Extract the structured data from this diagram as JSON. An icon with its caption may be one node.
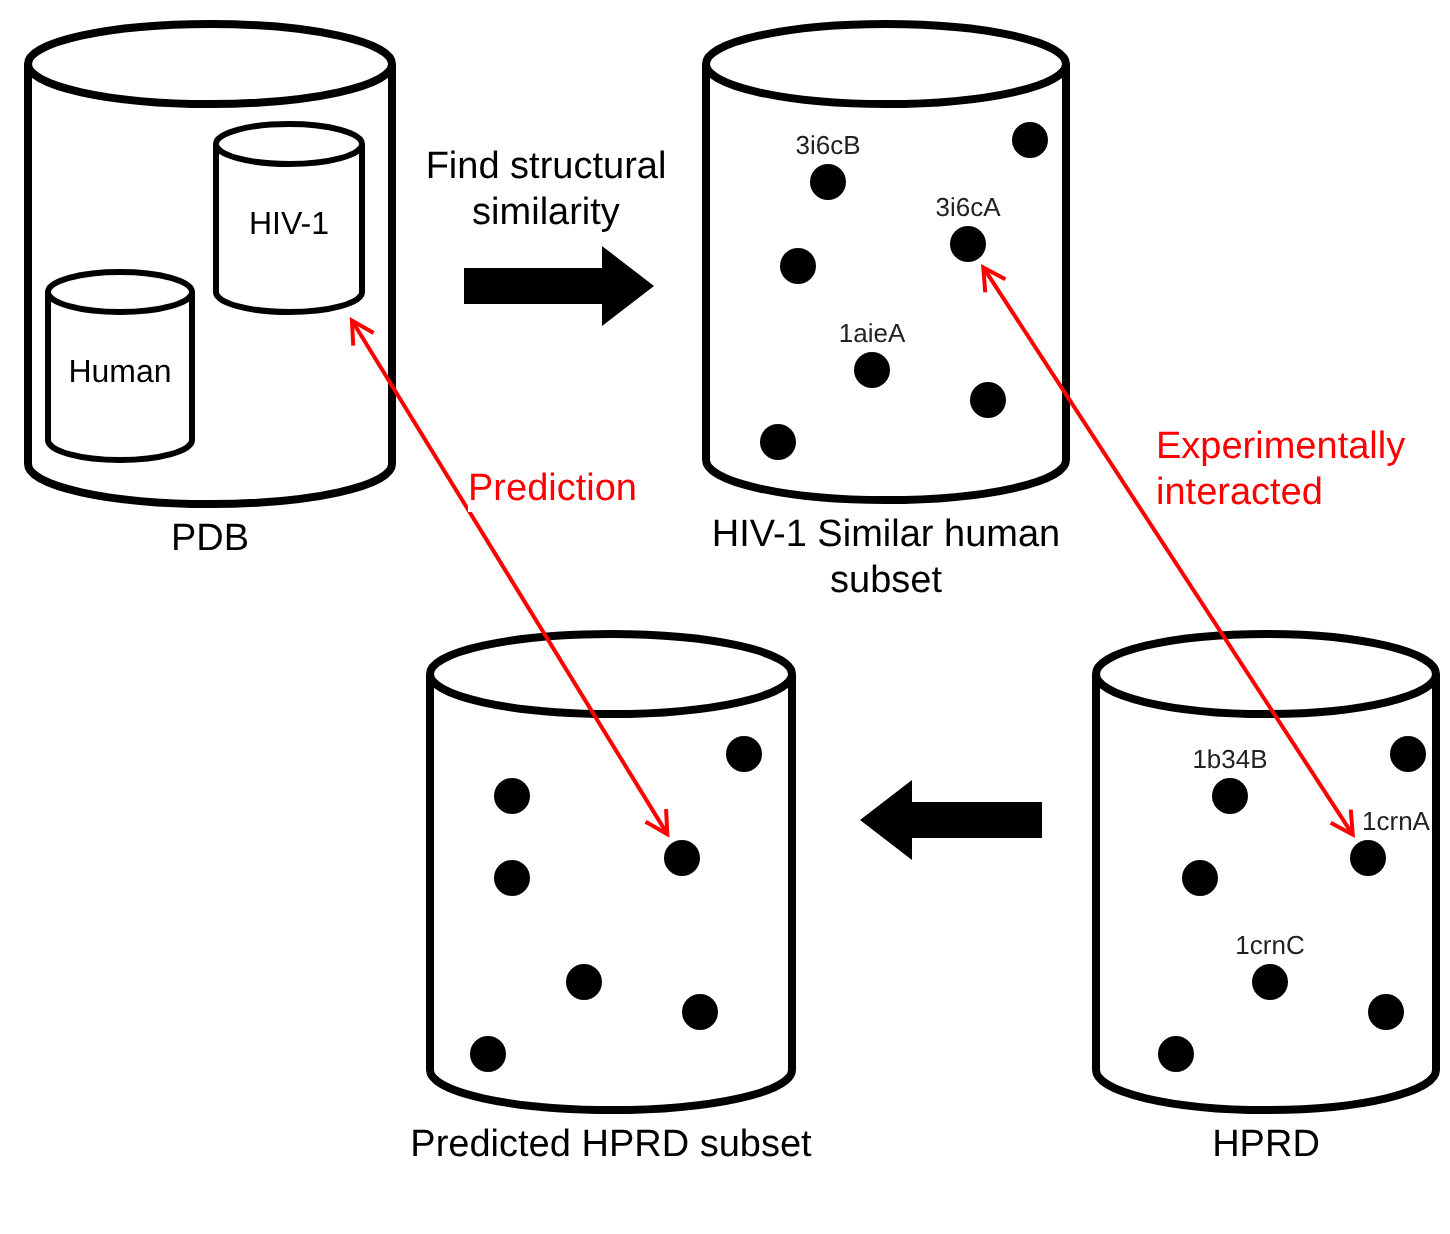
{
  "diagram": {
    "nodes": [
      {
        "text": [
          "PDB"
        ]
      },
      {
        "text": [
          "HIV-1"
        ],
        "in": 0
      },
      {
        "text": [
          "Human"
        ],
        "in": 0
      },
      {
        "text": [
          "HIV-1 Similar human subset"
        ]
      },
      {
        "text": [],
        "shape": "circle",
        "in": 3
      },
      {
        "text": [],
        "shape": "circle",
        "in": 3,
        "beside": [
          "3i6cB"
        ]
      },
      {
        "text": [],
        "shape": "circle",
        "in": 3,
        "beside": [
          "3i6cA"
        ]
      },
      {
        "text": [],
        "shape": "circle",
        "in": 3
      },
      {
        "text": [],
        "shape": "circle",
        "in": 3,
        "beside": [
          "1aieA"
        ]
      },
      {
        "text": [],
        "shape": "circle",
        "in": 3
      },
      {
        "text": [],
        "shape": "circle",
        "in": 3
      },
      {
        "text": [
          "Predicted HPRD subset"
        ]
      },
      {
        "text": [],
        "shape": "circle",
        "in": 11
      },
      {
        "text": [],
        "shape": "circle",
        "in": 11
      },
      {
        "text": [],
        "shape": "circle",
        "in": 11
      },
      {
        "text": [],
        "shape": "circle",
        "in": 11
      },
      {
        "text": [],
        "shape": "circle",
        "in": 11
      },
      {
        "text": [],
        "shape": "circle",
        "in": 11
      },
      {
        "text": [],
        "shape": "circle",
        "in": 11
      },
      {
        "text": [
          "HPRD"
        ]
      },
      {
        "text": [],
        "shape": "circle",
        "in": 19
      },
      {
        "text": [],
        "shape": "circle",
        "in": 19,
        "beside": [
          "1b34B"
        ]
      },
      {
        "text": [],
        "shape": "circle",
        "in": 19,
        "beside": [
          "1crnA"
        ]
      },
      {
        "text": [],
        "shape": "circle",
        "in": 19
      },
      {
        "text": [],
        "shape": "circle",
        "in": 19,
        "beside": [
          "1crnC"
        ]
      },
      {
        "text": [],
        "shape": "circle",
        "in": 19
      },
      {
        "text": [],
        "shape": "circle",
        "in": 19
      }
    ],
    "edges": [
      {
        "from": 0,
        "to": 3,
        "arrow": "to",
        "label": "Find structural similarity",
        "style": "thick"
      },
      {
        "from": 19,
        "to": 11,
        "arrow": "to",
        "style": "thick"
      },
      {
        "from": 1,
        "to": 14,
        "arrow": "both",
        "label": "Prediction",
        "color": "#ff0000"
      },
      {
        "from": 6,
        "to": 22,
        "arrow": "both",
        "label": "Experimentally interacted",
        "color": "#ff0000"
      }
    ]
  }
}
